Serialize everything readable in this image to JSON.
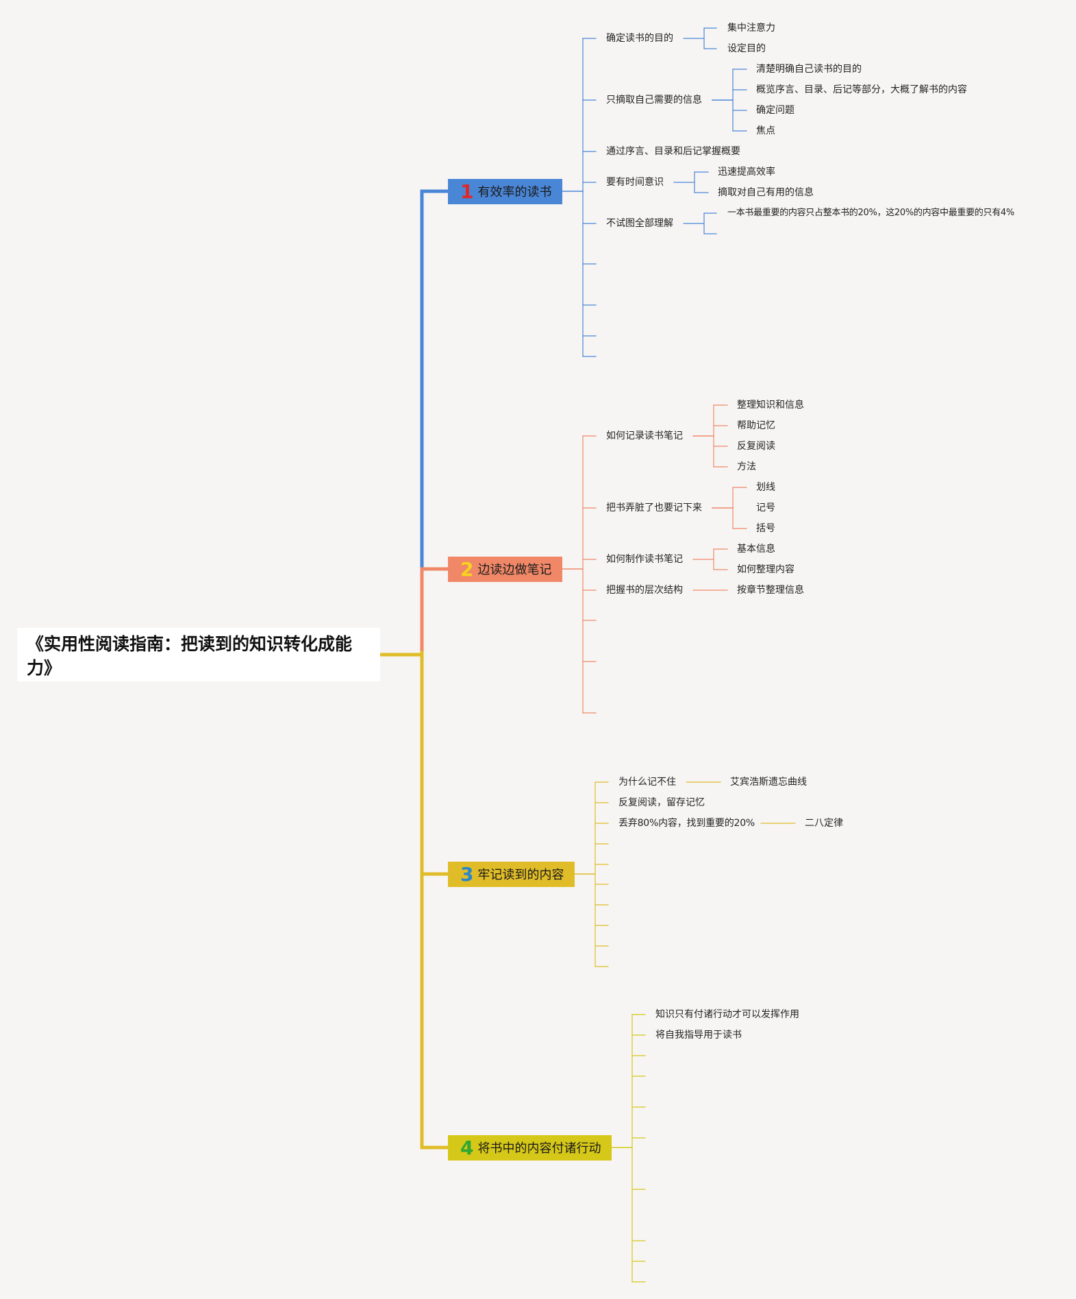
{
  "colors": {
    "blue": "#4a86d6",
    "salmon": "#f08868",
    "yellow": "#e0bc28",
    "olive": "#d6c818"
  },
  "root": {
    "title": "《实用性阅读指南：把读到的知识转化成能力》"
  },
  "branches": [
    {
      "number": "1",
      "label": "有效率的读书",
      "number_color": "#e02828"
    },
    {
      "number": "2",
      "label": "边读边做笔记",
      "number_color": "#f7d21e"
    },
    {
      "number": "3",
      "label": "牢记读到的内容",
      "number_color": "#2a88c8"
    },
    {
      "number": "4",
      "label": "将书中的内容付诸行动",
      "number_color": "#30a830"
    }
  ],
  "nodes": {
    "b1": {
      "purpose": {
        "label": "确定读书的目的",
        "children": [
          "集中注意力",
          "设定目的"
        ]
      },
      "extract": {
        "label": "只摘取自己需要的信息",
        "children": [
          "清楚明确自己读书的目的",
          "概览序言、目录、后记等部分，大概了解书的内容",
          "确定问题",
          "焦点"
        ]
      },
      "overview": {
        "label": "通过序言、目录和后记掌握概要"
      },
      "time": {
        "label": "要有时间意识",
        "children": [
          "迅速提高效率",
          "摘取对自己有用的信息"
        ]
      },
      "partial": {
        "label": "不试图全部理解",
        "children": [
          "一本书最重要的内容只占整本书的20%，这20%的内容中最重要的只有4%"
        ]
      }
    },
    "b2": {
      "record": {
        "label": "如何记录读书笔记",
        "children": [
          "整理知识和信息",
          "帮助记忆",
          "反复阅读",
          "方法"
        ]
      },
      "dirty": {
        "label": "把书弄脏了也要记下来",
        "children": [
          "划线",
          "记号",
          "括号"
        ]
      },
      "make": {
        "label": "如何制作读书笔记",
        "children": [
          "基本信息",
          "如何整理内容"
        ]
      },
      "structure": {
        "label": "把握书的层次结构",
        "children": [
          "按章节整理信息"
        ]
      }
    },
    "b3": {
      "forget": {
        "label": "为什么记不住",
        "children": [
          "艾宾浩斯遗忘曲线"
        ]
      },
      "repeat": {
        "label": "反复阅读，留存记忆"
      },
      "discard": {
        "label": "丢弃80%内容，找到重要的20%",
        "children": [
          "二八定律"
        ]
      }
    },
    "b4": {
      "act": {
        "label": "知识只有付诸行动才可以发挥作用"
      },
      "guide": {
        "label": "将自我指导用于读书"
      }
    }
  }
}
